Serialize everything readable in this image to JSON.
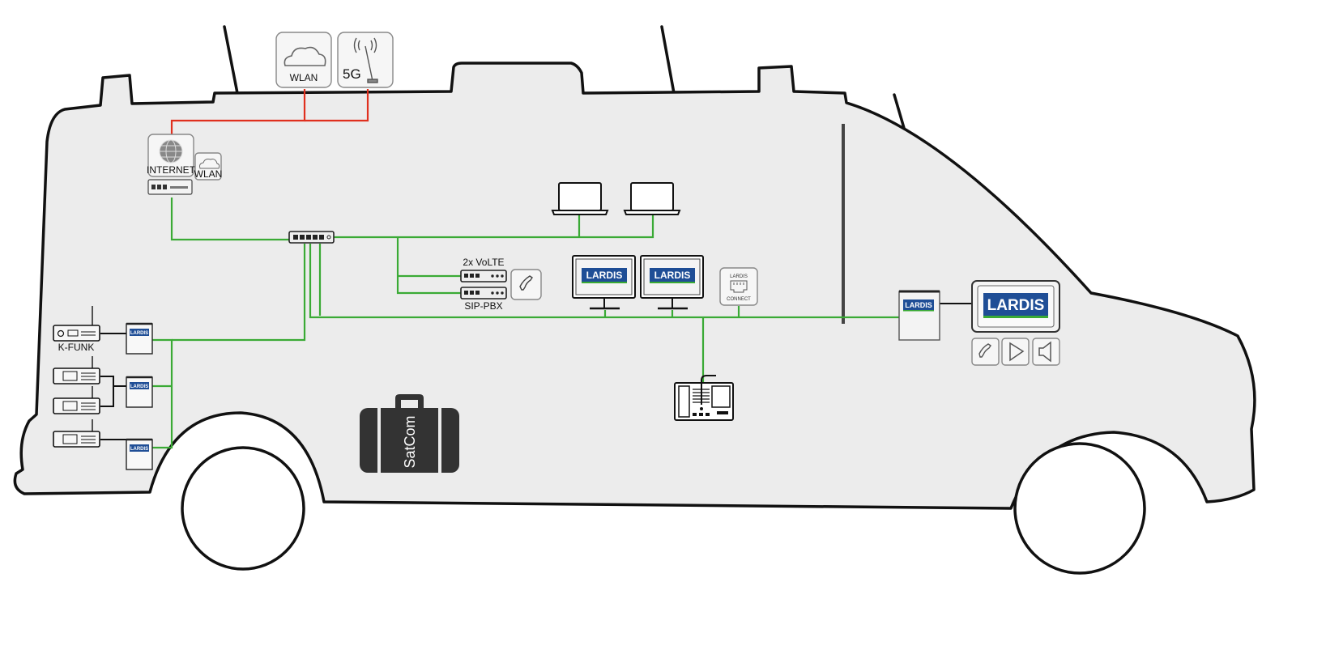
{
  "labels": {
    "wlan_top": "WLAN",
    "fiveg": "5G",
    "internet": "INTERNET",
    "wlan_small": "WLAN",
    "volte": "2x VoLTE",
    "sipbx": "SIP-PBX",
    "kfunk": "K-FUNK",
    "satcom": "SatCom",
    "brand": "LARDIS",
    "connect": "CONNECT"
  },
  "colors": {
    "lan_link": "#3aaa35",
    "wan_link": "#e0301e",
    "brand_blue": "#1f4e96",
    "van_fill": "#ececec"
  },
  "icons": [
    "cloud-icon",
    "antenna-icon",
    "globe-icon",
    "router-icon",
    "network-switch-icon",
    "laptop-icon",
    "monitor-icon",
    "phone-icon",
    "speaker-icon",
    "radio-icon",
    "desk-console-icon",
    "case-icon",
    "ethernet-port-icon"
  ]
}
